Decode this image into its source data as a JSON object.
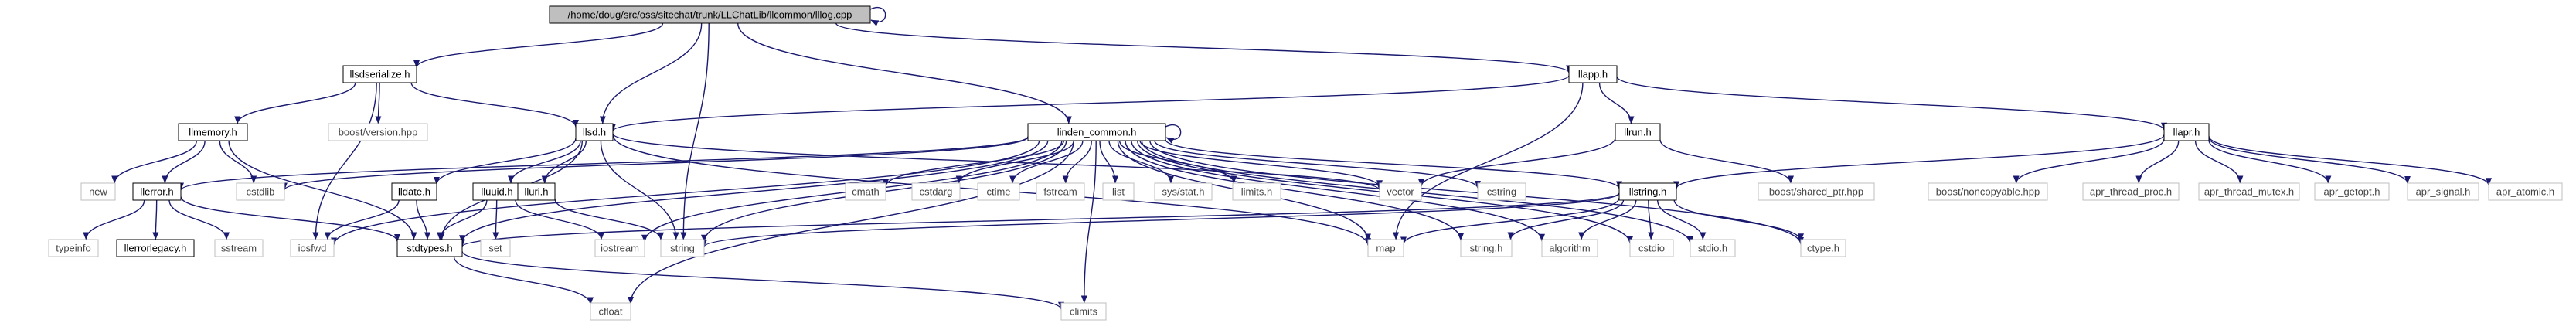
{
  "graph": {
    "colors": {
      "edge": "#191970",
      "root_fill": "#bfbfbf",
      "documented_border": "#000000",
      "external_border": "#bfbfbf"
    },
    "nodes": [
      {
        "id": "root",
        "label": "/home/doug/src/oss/sitechat/trunk/LLChatLib/llcommon/lllog.cpp",
        "kind": "root"
      },
      {
        "id": "llsdserialize",
        "label": "llsdserialize.h",
        "kind": "doc"
      },
      {
        "id": "llapp",
        "label": "llapp.h",
        "kind": "doc"
      },
      {
        "id": "llmemory",
        "label": "llmemory.h",
        "kind": "doc"
      },
      {
        "id": "boost_version",
        "label": "boost/version.hpp",
        "kind": "ext"
      },
      {
        "id": "llsd",
        "label": "llsd.h",
        "kind": "doc"
      },
      {
        "id": "linden_common",
        "label": "linden_common.h",
        "kind": "doc"
      },
      {
        "id": "llrun",
        "label": "llrun.h",
        "kind": "doc"
      },
      {
        "id": "llapr",
        "label": "llapr.h",
        "kind": "doc"
      },
      {
        "id": "new",
        "label": "new",
        "kind": "ext"
      },
      {
        "id": "cstdlib",
        "label": "cstdlib",
        "kind": "ext"
      },
      {
        "id": "llerror",
        "label": "llerror.h",
        "kind": "doc"
      },
      {
        "id": "lldate",
        "label": "lldate.h",
        "kind": "doc"
      },
      {
        "id": "lluuid",
        "label": "lluuid.h",
        "kind": "doc"
      },
      {
        "id": "lluri",
        "label": "lluri.h",
        "kind": "doc"
      },
      {
        "id": "cmath",
        "label": "cmath",
        "kind": "ext"
      },
      {
        "id": "cstdarg",
        "label": "cstdarg",
        "kind": "ext"
      },
      {
        "id": "ctime",
        "label": "ctime",
        "kind": "ext"
      },
      {
        "id": "fstream",
        "label": "fstream",
        "kind": "ext"
      },
      {
        "id": "list",
        "label": "list",
        "kind": "ext"
      },
      {
        "id": "sysstat",
        "label": "sys/stat.h",
        "kind": "ext"
      },
      {
        "id": "limits",
        "label": "limits.h",
        "kind": "ext"
      },
      {
        "id": "vector",
        "label": "vector",
        "kind": "ext"
      },
      {
        "id": "cstring",
        "label": "cstring",
        "kind": "ext"
      },
      {
        "id": "llstring",
        "label": "llstring.h",
        "kind": "doc"
      },
      {
        "id": "boost_shared_ptr",
        "label": "boost/shared_ptr.hpp",
        "kind": "ext"
      },
      {
        "id": "boost_noncopyable",
        "label": "boost/noncopyable.hpp",
        "kind": "ext"
      },
      {
        "id": "apr_thread_proc",
        "label": "apr_thread_proc.h",
        "kind": "ext"
      },
      {
        "id": "apr_thread_mutex",
        "label": "apr_thread_mutex.h",
        "kind": "ext"
      },
      {
        "id": "apr_getopt",
        "label": "apr_getopt.h",
        "kind": "ext"
      },
      {
        "id": "apr_signal",
        "label": "apr_signal.h",
        "kind": "ext"
      },
      {
        "id": "apr_atomic",
        "label": "apr_atomic.h",
        "kind": "ext"
      },
      {
        "id": "typeinfo",
        "label": "typeinfo",
        "kind": "ext"
      },
      {
        "id": "llerrorlegacy",
        "label": "llerrorlegacy.h",
        "kind": "doc"
      },
      {
        "id": "sstream",
        "label": "sstream",
        "kind": "ext"
      },
      {
        "id": "iosfwd",
        "label": "iosfwd",
        "kind": "ext"
      },
      {
        "id": "stdtypes",
        "label": "stdtypes.h",
        "kind": "doc"
      },
      {
        "id": "set",
        "label": "set",
        "kind": "ext"
      },
      {
        "id": "iostream",
        "label": "iostream",
        "kind": "ext"
      },
      {
        "id": "string",
        "label": "string",
        "kind": "ext"
      },
      {
        "id": "map",
        "label": "map",
        "kind": "ext"
      },
      {
        "id": "string_h",
        "label": "string.h",
        "kind": "ext"
      },
      {
        "id": "algorithm",
        "label": "algorithm",
        "kind": "ext"
      },
      {
        "id": "cstdio",
        "label": "cstdio",
        "kind": "ext"
      },
      {
        "id": "stdio",
        "label": "stdio.h",
        "kind": "ext"
      },
      {
        "id": "ctype",
        "label": "ctype.h",
        "kind": "ext"
      },
      {
        "id": "cfloat",
        "label": "cfloat",
        "kind": "ext"
      },
      {
        "id": "climits",
        "label": "climits",
        "kind": "ext"
      }
    ],
    "edges": [
      [
        "root",
        "root"
      ],
      [
        "root",
        "llsdserialize"
      ],
      [
        "root",
        "llapp"
      ],
      [
        "root",
        "llsd"
      ],
      [
        "root",
        "linden_common"
      ],
      [
        "root",
        "string"
      ],
      [
        "llsdserialize",
        "llmemory"
      ],
      [
        "llsdserialize",
        "boost_version"
      ],
      [
        "llsdserialize",
        "llsd"
      ],
      [
        "llsdserialize",
        "iosfwd"
      ],
      [
        "llapp",
        "llsd"
      ],
      [
        "llapp",
        "llrun"
      ],
      [
        "llapp",
        "llapr"
      ],
      [
        "llapp",
        "map"
      ],
      [
        "llmemory",
        "new"
      ],
      [
        "llmemory",
        "cstdlib"
      ],
      [
        "llmemory",
        "llerror"
      ],
      [
        "llmemory",
        "stdtypes"
      ],
      [
        "llsd",
        "lldate"
      ],
      [
        "llsd",
        "lluuid"
      ],
      [
        "llsd",
        "lluri"
      ],
      [
        "llsd",
        "stdtypes"
      ],
      [
        "llsd",
        "string"
      ],
      [
        "llsd",
        "map"
      ],
      [
        "llsd",
        "vector"
      ],
      [
        "linden_common",
        "linden_common"
      ],
      [
        "linden_common",
        "cstdlib"
      ],
      [
        "linden_common",
        "llerror"
      ],
      [
        "linden_common",
        "cmath"
      ],
      [
        "linden_common",
        "cstdarg"
      ],
      [
        "linden_common",
        "ctime"
      ],
      [
        "linden_common",
        "fstream"
      ],
      [
        "linden_common",
        "list"
      ],
      [
        "linden_common",
        "sysstat"
      ],
      [
        "linden_common",
        "limits"
      ],
      [
        "linden_common",
        "vector"
      ],
      [
        "linden_common",
        "cstring"
      ],
      [
        "linden_common",
        "llstring"
      ],
      [
        "linden_common",
        "stdtypes"
      ],
      [
        "linden_common",
        "iosfwd"
      ],
      [
        "linden_common",
        "iostream"
      ],
      [
        "linden_common",
        "string"
      ],
      [
        "linden_common",
        "map"
      ],
      [
        "linden_common",
        "string_h"
      ],
      [
        "linden_common",
        "algorithm"
      ],
      [
        "linden_common",
        "cstdio"
      ],
      [
        "linden_common",
        "stdio"
      ],
      [
        "linden_common",
        "ctype"
      ],
      [
        "linden_common",
        "cfloat"
      ],
      [
        "linden_common",
        "climits"
      ],
      [
        "llrun",
        "vector"
      ],
      [
        "llrun",
        "boost_shared_ptr"
      ],
      [
        "llapr",
        "llstring"
      ],
      [
        "llapr",
        "boost_noncopyable"
      ],
      [
        "llapr",
        "apr_thread_proc"
      ],
      [
        "llapr",
        "apr_thread_mutex"
      ],
      [
        "llapr",
        "apr_getopt"
      ],
      [
        "llapr",
        "apr_signal"
      ],
      [
        "llapr",
        "apr_atomic"
      ],
      [
        "llerror",
        "typeinfo"
      ],
      [
        "llerror",
        "llerrorlegacy"
      ],
      [
        "llerror",
        "sstream"
      ],
      [
        "llerror",
        "stdtypes"
      ],
      [
        "lldate",
        "iosfwd"
      ],
      [
        "lldate",
        "stdtypes"
      ],
      [
        "lluuid",
        "stdtypes"
      ],
      [
        "lluuid",
        "set"
      ],
      [
        "lluuid",
        "iostream"
      ],
      [
        "lluri",
        "string"
      ],
      [
        "llstring",
        "stdtypes"
      ],
      [
        "llstring",
        "string"
      ],
      [
        "llstring",
        "map"
      ],
      [
        "llstring",
        "string_h"
      ],
      [
        "llstring",
        "algorithm"
      ],
      [
        "llstring",
        "cstdio"
      ],
      [
        "llstring",
        "stdio"
      ],
      [
        "llstring",
        "ctype"
      ],
      [
        "stdtypes",
        "cfloat"
      ],
      [
        "stdtypes",
        "climits"
      ]
    ]
  }
}
